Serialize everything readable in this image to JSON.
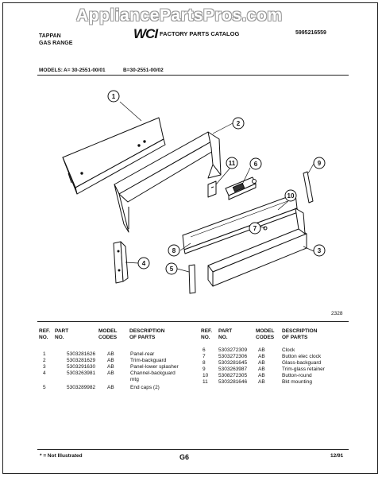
{
  "watermark": "AppliancePartsPros.com",
  "header": {
    "brand": "TAPPAN",
    "product": "GAS RANGE",
    "logo": "WCI",
    "catalog_title": "FACTORY PARTS CATALOG",
    "catalog_number": "5995216559",
    "models_label": "MODELS:",
    "model_a": "A= 30-2551-00/01",
    "model_b": "B=30-2551-00/02"
  },
  "diagram": {
    "figure_number": "2328",
    "callouts": [
      "1",
      "2",
      "3",
      "4",
      "5",
      "6",
      "7",
      "8",
      "9",
      "10",
      "11"
    ]
  },
  "columns": {
    "ref": "REF. NO.",
    "part": "PART NO.",
    "code": "MODEL CODES",
    "desc": "DESCRIPTION OF PARTS"
  },
  "parts_left": [
    {
      "ref": "1",
      "part": "5303281626",
      "code": "AB",
      "desc": "Panel-rear"
    },
    {
      "ref": "2",
      "part": "5303281629",
      "code": "AB",
      "desc": "Trim-backguard"
    },
    {
      "ref": "3",
      "part": "5303291630",
      "code": "AB",
      "desc": "Panel-lower splasher"
    },
    {
      "ref": "4",
      "part": "5303263981",
      "code": "AB",
      "desc": "Channel-backguard"
    },
    {
      "ref": "",
      "part": "",
      "code": "",
      "desc": "mtg"
    },
    {
      "ref": "5",
      "part": "5303289982",
      "code": "AB",
      "desc": "End caps (2)"
    }
  ],
  "parts_right": [
    {
      "ref": "6",
      "part": "5303272309",
      "code": "AB",
      "desc": "Clock"
    },
    {
      "ref": "7",
      "part": "5303272306",
      "code": "AB",
      "desc": "Button elec clock"
    },
    {
      "ref": "8",
      "part": "5303281645",
      "code": "AB",
      "desc": "Glass-backguard"
    },
    {
      "ref": "9",
      "part": "5303263987",
      "code": "AB",
      "desc": "Trim-glass retainer"
    },
    {
      "ref": "10",
      "part": "5308272305",
      "code": "AB",
      "desc": "Button-round"
    },
    {
      "ref": "11",
      "part": "5303281646",
      "code": "AB",
      "desc": "Bkt mounting"
    }
  ],
  "footer": {
    "note": "* = Not Illustrated",
    "page": "G6",
    "date": "12/91"
  }
}
